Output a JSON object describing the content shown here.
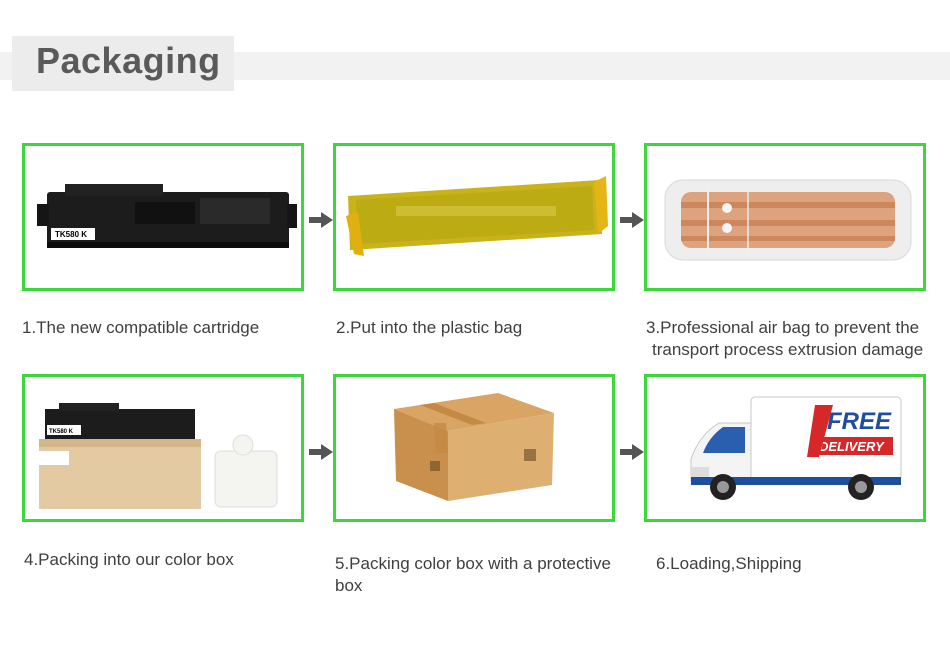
{
  "header": {
    "title": "Packaging"
  },
  "steps": [
    {
      "caption": "1.The new compatible cartridge",
      "label_text": "TK580  K"
    },
    {
      "caption": "2.Put into the plastic bag"
    },
    {
      "caption_line1": "3.Professional air bag to prevent the",
      "caption_line2": "transport process extrusion damage"
    },
    {
      "caption": "4.Packing into our color box",
      "label_text": "TK580  K"
    },
    {
      "caption_line1": "5.Packing color box with a protective",
      "caption_line2": "box"
    },
    {
      "caption": "6.Loading,Shipping",
      "sign_free": "FREE",
      "sign_delivery": "DELIVERY"
    }
  ],
  "colors": {
    "panel_border": "#3dd63d",
    "arrow": "#555555"
  }
}
